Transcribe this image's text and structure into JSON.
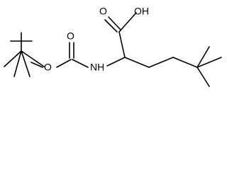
{
  "molecule": {
    "atoms": {
      "o_carbamate": "O",
      "o_carbonyl": "O",
      "nh": "NH",
      "o_acid": "O",
      "oh": "OH"
    }
  }
}
